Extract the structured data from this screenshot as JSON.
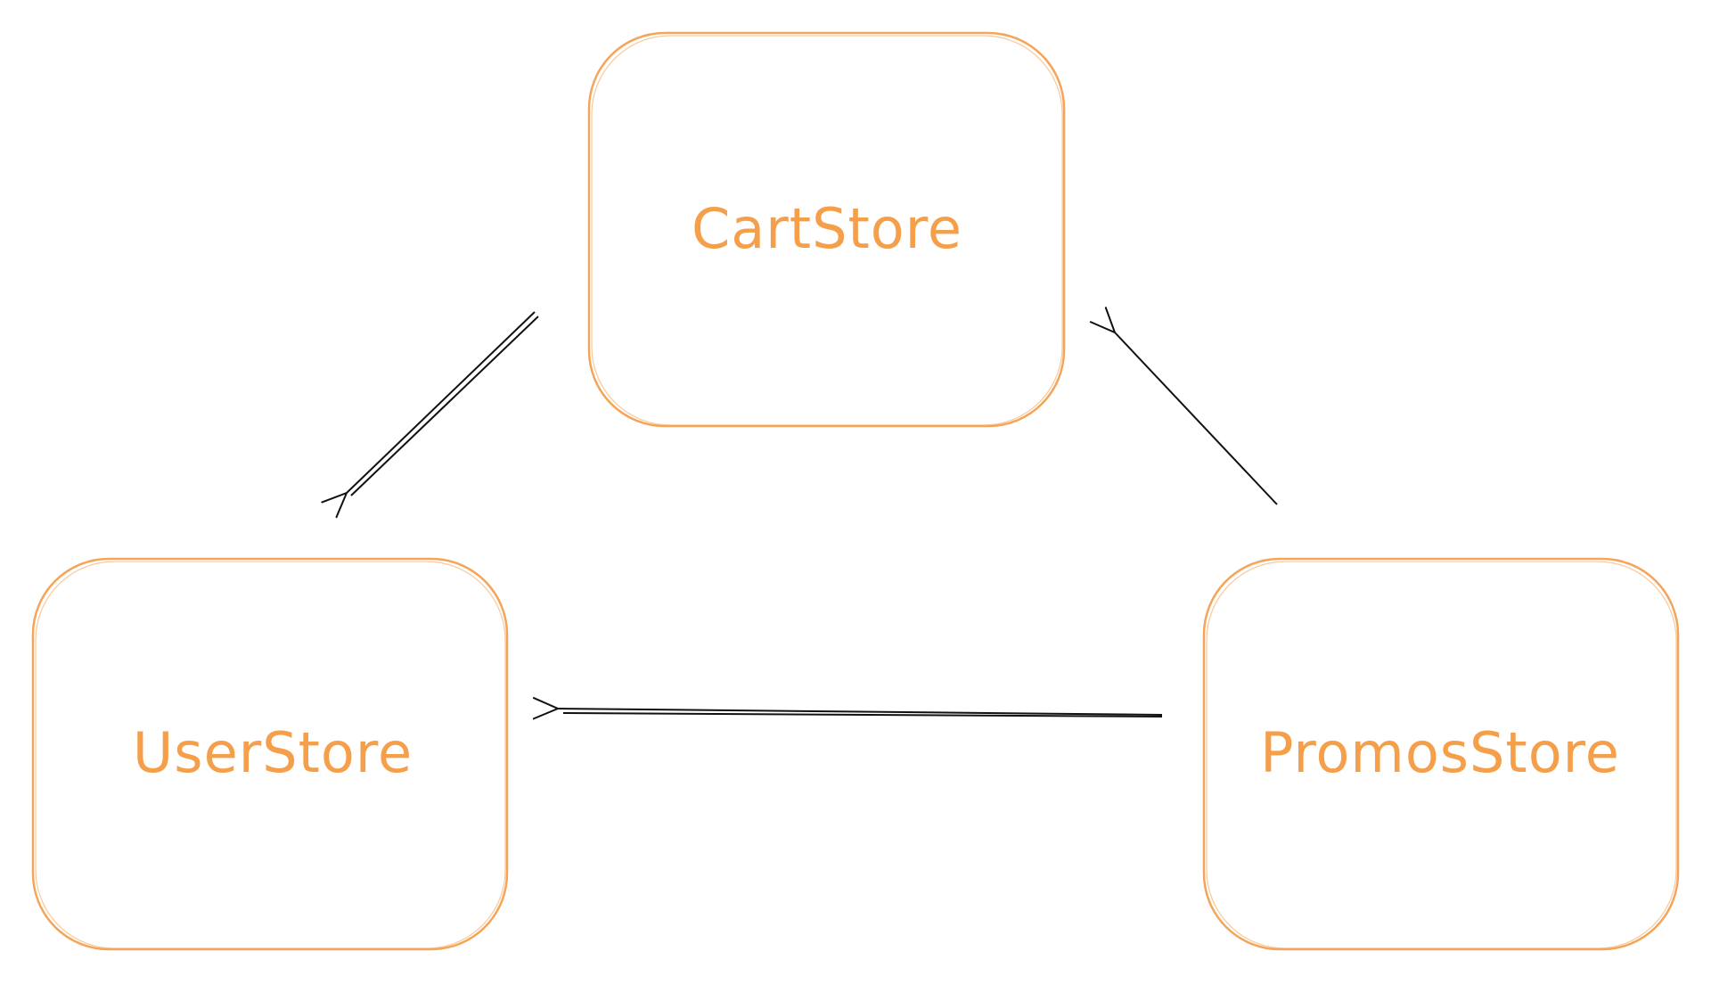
{
  "colors": {
    "box": "#f5a55a",
    "label": "#f59f4a",
    "arrow": "#111111"
  },
  "nodes": [
    {
      "id": "cart",
      "label": "CartStore"
    },
    {
      "id": "user",
      "label": "UserStore"
    },
    {
      "id": "promos",
      "label": "PromosStore"
    }
  ],
  "edges": [
    {
      "from": "cart",
      "to": "user"
    },
    {
      "from": "promos",
      "to": "cart"
    },
    {
      "from": "promos",
      "to": "user"
    }
  ]
}
